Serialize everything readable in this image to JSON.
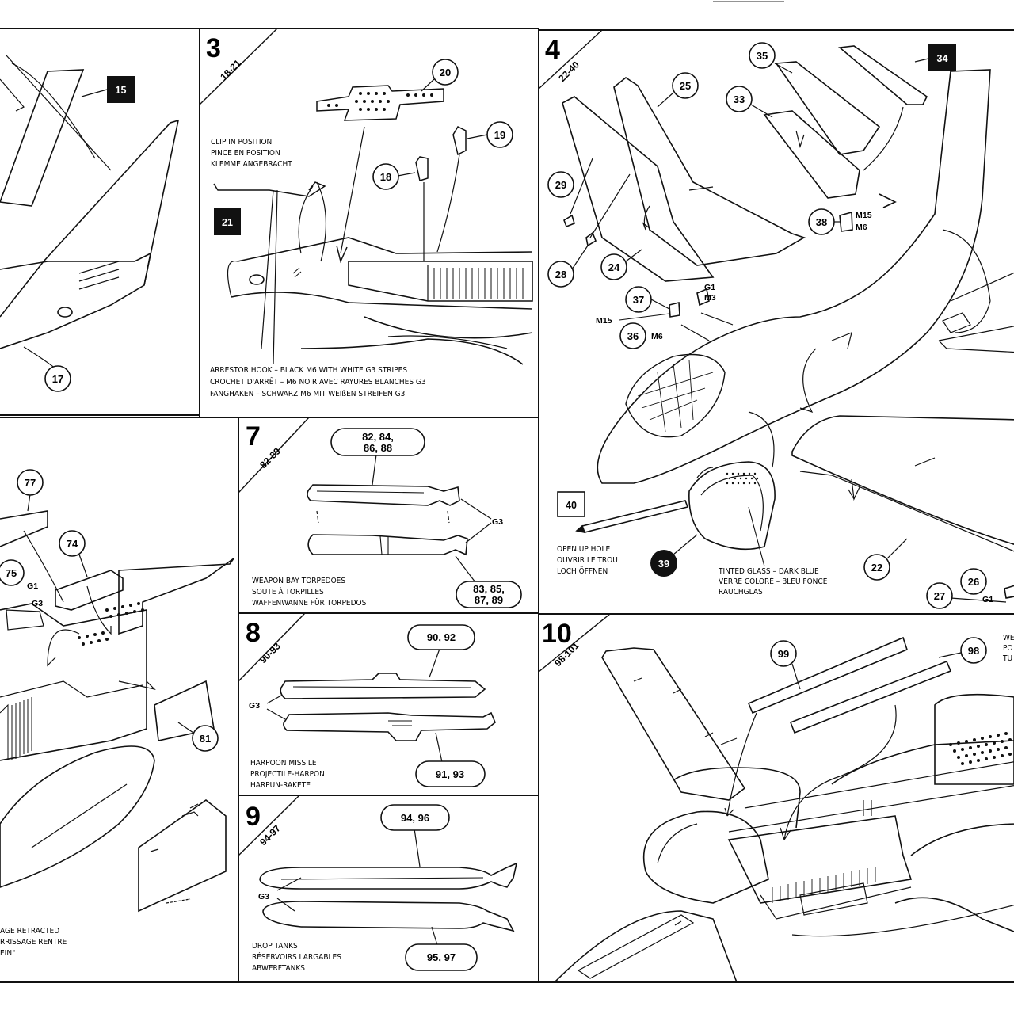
{
  "steps": [
    {
      "num": "3",
      "range": "18-21"
    },
    {
      "num": "4",
      "range": "22-40"
    },
    {
      "num": "7",
      "range": "82-89"
    },
    {
      "num": "8",
      "range": "90-93"
    },
    {
      "num": "9",
      "range": "94-97"
    },
    {
      "num": "10",
      "range": "98-101"
    }
  ],
  "parts": {
    "p15": "15",
    "p17": "17",
    "p18": "18",
    "p19": "19",
    "p20": "20",
    "p21": "21",
    "p22": "22",
    "p24": "24",
    "p25": "25",
    "p26": "26",
    "p27": "27",
    "p28": "28",
    "p29": "29",
    "p33": "33",
    "p34": "34",
    "p35": "35",
    "p36": "36",
    "p37": "37",
    "p38": "38",
    "p39": "39",
    "p40": "40",
    "p74": "74",
    "p75": "75",
    "p77": "77",
    "p81": "81",
    "p98": "98",
    "p99": "99",
    "p82": "82, 84,",
    "p82b": "86, 88",
    "p83": "83, 85,",
    "p83b": "87, 89",
    "p90": "90, 92",
    "p91": "91, 93",
    "p94": "94, 96",
    "p95": "95, 97"
  },
  "paints": {
    "g1": "G1",
    "g3": "G3",
    "m3": "M3",
    "m6": "M6",
    "m15": "M15"
  },
  "captions": {
    "clip": [
      "CLIP IN POSITION",
      "PINCE EN POSITION",
      "KLEMME ANGEBRACHT"
    ],
    "hook": [
      "ARRESTOR HOOK – BLACK M6 WITH WHITE G3 STRIPES",
      "CROCHET D'ARRÊT – M6 NOIR AVEC RAYURES BLANCHES G3",
      "FANGHAKEN – SCHWARZ M6 MIT WEIßEN STREIFEN G3"
    ],
    "hole": [
      "OPEN UP HOLE",
      "OUVRIR LE TROU",
      "LOCH ÖFFNEN"
    ],
    "glass": [
      "TINTED GLASS – DARK BLUE",
      "VERRE COLORÉ – BLEU FONCÉ",
      "RAUCHGLAS"
    ],
    "torp": [
      "WEAPON BAY TORPEDOES",
      "SOUTE À TORPILLES",
      "WAFFENWANNE FÜR TORPEDOS"
    ],
    "harpoon": [
      "HARPOON MISSILE",
      "PROJECTILE-HARPON",
      "HARPUN-RAKETE"
    ],
    "tanks": [
      "DROP TANKS",
      "RÉSERVOIRS LARGABLES",
      "ABWERFTANKS"
    ],
    "gear": [
      "AGE RETRACTED",
      "RRISSAGE RENTRE",
      "EIN\""
    ],
    "edge": [
      "WE",
      "PO",
      "TÜ"
    ]
  }
}
